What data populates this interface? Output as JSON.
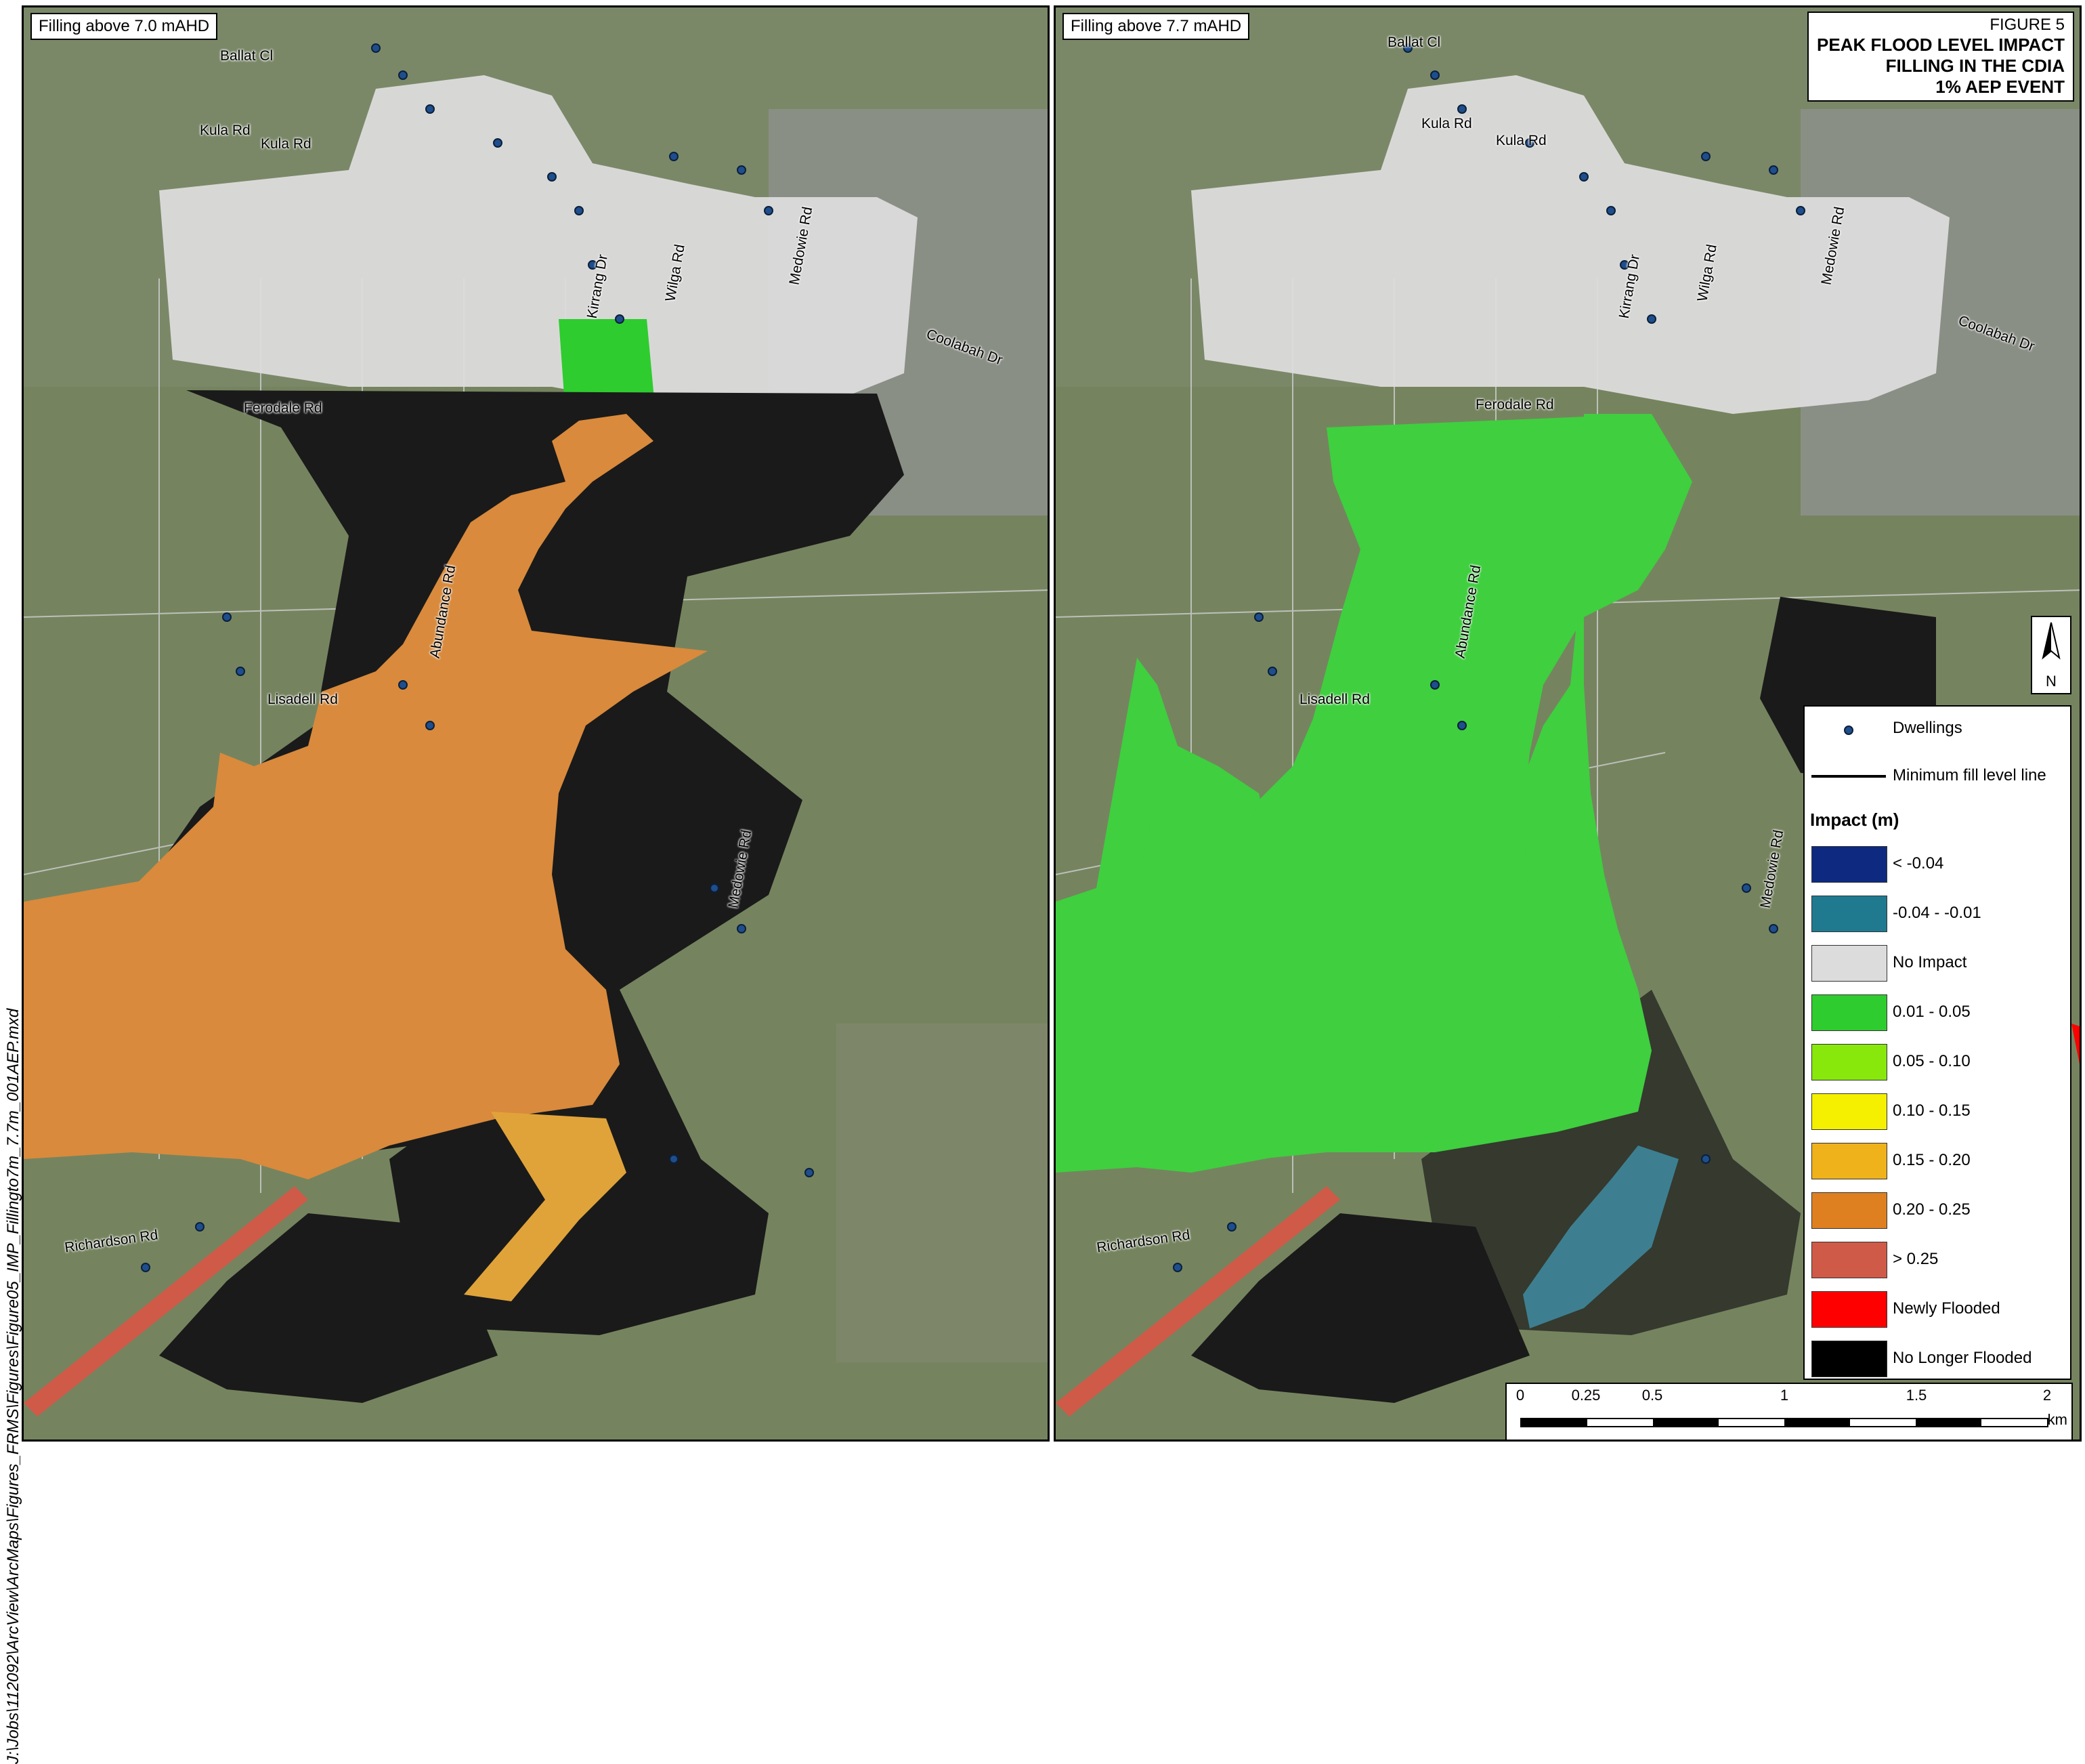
{
  "file_path": "J:\\Jobs\\112092\\ArcView\\ArcMaps\\Figures_FRMS\\Figures\\Figure05_IMP_Fillingto7m_7.7m_001AEP.mxd",
  "left_panel": {
    "label": "Filling above 7.0 mAHD",
    "fill_color": "#d98a3c"
  },
  "right_panel": {
    "label": "Filling above 7.7 mAHD",
    "fill_color": "#3fcf3f"
  },
  "road_labels": [
    "Ballat Cl",
    "Kula Rd",
    "Kula Rd",
    "Kirrang Dr",
    "Wilga Rd",
    "Medowie Rd",
    "Coolabah Dr",
    "Ferodale Rd",
    "Abundance Rd",
    "Lisadell Rd",
    "Medowie Rd",
    "Richardson Rd"
  ],
  "title": {
    "figure": "FIGURE 5",
    "line1": "PEAK FLOOD LEVEL IMPACT",
    "line2": "FILLING IN THE CDIA",
    "line3": "1% AEP EVENT"
  },
  "north_arrow": "N",
  "legend": {
    "dwellings": "Dwellings",
    "fill_line": "Minimum fill level line",
    "impact_heading": "Impact (m)",
    "classes": [
      {
        "label": "< -0.04",
        "color": "#0d2a80"
      },
      {
        "label": "-0.04 - -0.01",
        "color": "#1f7a90"
      },
      {
        "label": "No Impact",
        "color": "#dcdcdc"
      },
      {
        "label": "0.01 - 0.05",
        "color": "#2ecc2e"
      },
      {
        "label": "0.05 - 0.10",
        "color": "#88e80c"
      },
      {
        "label": "0.10 - 0.15",
        "color": "#f4f000"
      },
      {
        "label": "0.15 - 0.20",
        "color": "#f0b21a"
      },
      {
        "label": "0.20 - 0.25",
        "color": "#df8020"
      },
      {
        "label": "> 0.25",
        "color": "#cf5a48"
      },
      {
        "label": "Newly Flooded",
        "color": "#ff0000"
      },
      {
        "label": "No Longer Flooded",
        "color": "#000000"
      }
    ]
  },
  "scale_bar": {
    "ticks": [
      "0",
      "0.25",
      "0.5",
      "1",
      "1.5",
      "2"
    ],
    "unit": "km"
  },
  "colors": {
    "dwelling_dot": "#1f4e8c",
    "no_impact": "#dcdcdc",
    "no_longer_flooded": "#1a1a1a",
    "road": "#d5d5d5"
  }
}
